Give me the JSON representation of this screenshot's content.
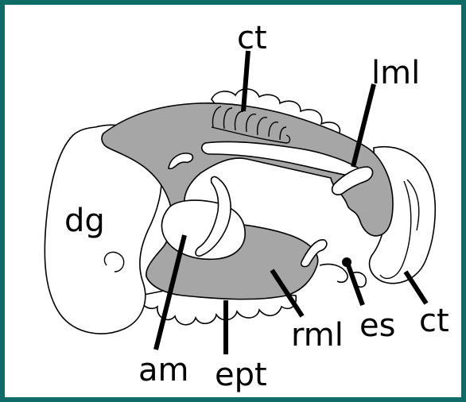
{
  "colors": {
    "frame": "#0f6b66",
    "tissue": "#a6a6a6",
    "outline": "#000000",
    "background": "#ffffff"
  },
  "labels": {
    "ct_top": "ct",
    "lml": "lml",
    "dg": "dg",
    "am": "am",
    "ept": "ept",
    "rml": "rml",
    "es": "es",
    "ct_right": "ct"
  }
}
